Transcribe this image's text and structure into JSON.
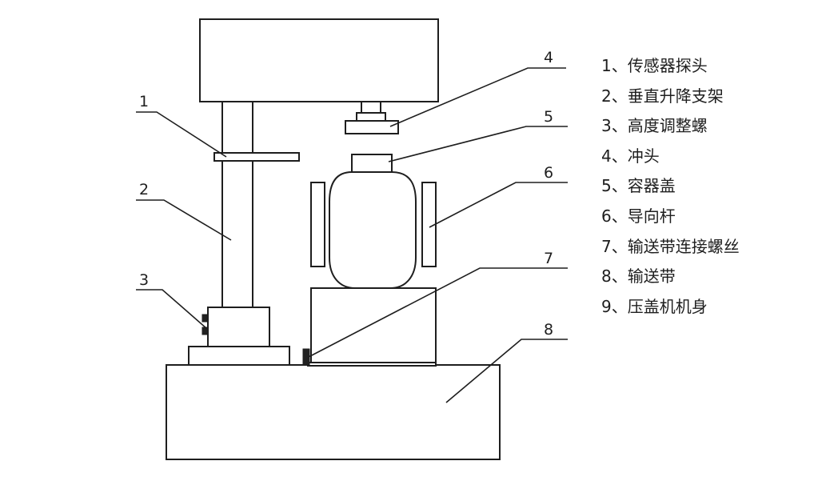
{
  "diagram": {
    "callouts": {
      "c1": "1",
      "c2": "2",
      "c3": "3",
      "c4": "4",
      "c5": "5",
      "c6": "6",
      "c7": "7",
      "c8": "8"
    }
  },
  "legend": {
    "items": [
      "1、传感器探头",
      "2、垂直升降支架",
      "3、高度调整螺",
      "4、冲头",
      "5、容器盖",
      "6、导向杆",
      "7、输送带连接螺丝",
      "8、输送带",
      "9、压盖机机身"
    ]
  }
}
